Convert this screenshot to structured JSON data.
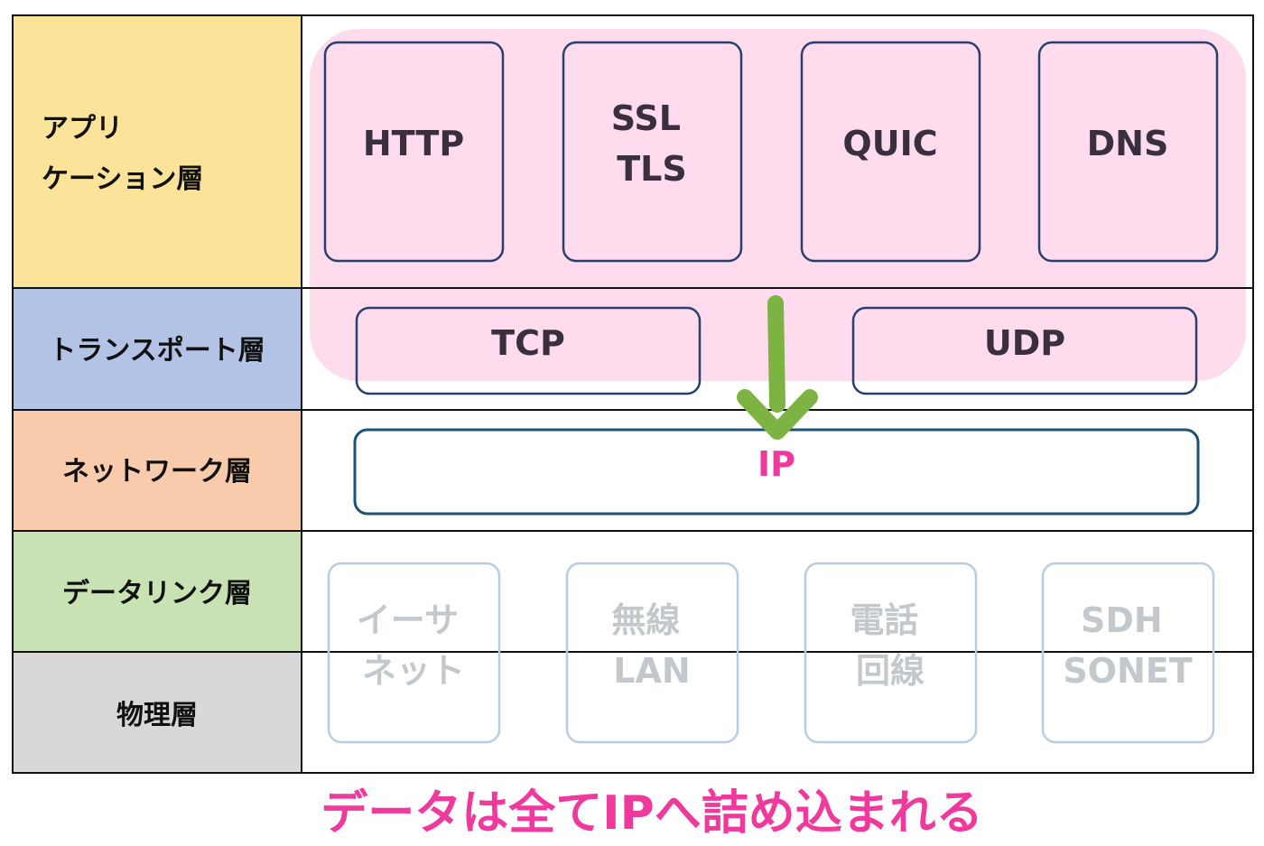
{
  "layers": [
    {
      "key": "application",
      "lines": [
        "アプリ",
        "ケーション層"
      ],
      "color": "#fce39a"
    },
    {
      "key": "transport",
      "lines": [
        "トランスポート層"
      ],
      "color": "#b2c3e5"
    },
    {
      "key": "network",
      "lines": [
        "ネットワーク層"
      ],
      "color": "#f7cbab"
    },
    {
      "key": "datalink",
      "lines": [
        "データリンク層"
      ],
      "color": "#c9e2b4"
    },
    {
      "key": "physical",
      "lines": [
        "物理層"
      ],
      "color": "#d8d8d8"
    }
  ],
  "application_protocols": [
    {
      "lines": [
        "HTTP"
      ]
    },
    {
      "lines": [
        "SSL",
        "TLS"
      ]
    },
    {
      "lines": [
        "QUIC"
      ]
    },
    {
      "lines": [
        "DNS"
      ]
    }
  ],
  "transport_protocols": [
    {
      "lines": [
        "TCP"
      ]
    },
    {
      "lines": [
        "UDP"
      ]
    }
  ],
  "network_protocol": {
    "label": "IP"
  },
  "link_protocols": [
    {
      "lines": [
        "イーサ",
        "ネット"
      ]
    },
    {
      "lines": [
        "無線",
        "LAN"
      ]
    },
    {
      "lines": [
        "電話",
        "回線"
      ]
    },
    {
      "lines": [
        "SDH",
        "SONET"
      ]
    }
  ],
  "caption": "データは全てIPへ詰め込まれる",
  "colors": {
    "highlight": "#fedcee",
    "box_border": "#2b3f6e",
    "ip_border": "#1d5270",
    "faded_border": "#b9cde0",
    "accent": "#f0399d",
    "arrow": "#7cb342",
    "grid": "#111111"
  }
}
